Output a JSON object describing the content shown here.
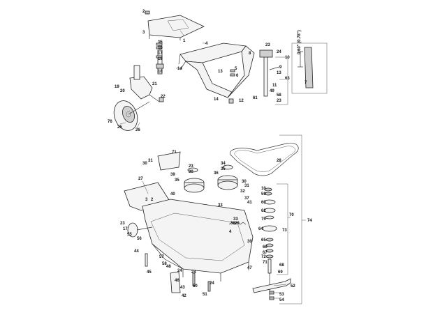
{
  "callout_text": "0.60\" (0.78\")",
  "labels": [
    "2",
    "3",
    "1",
    "4",
    "15",
    "16",
    "17",
    "18",
    "18",
    "14",
    "19",
    "20",
    "21",
    "22",
    "76",
    "25",
    "26",
    "13",
    "5",
    "6",
    "14",
    "12",
    "8",
    "23",
    "24",
    "10",
    "9",
    "13",
    "7",
    "63",
    "11",
    "49",
    "61",
    "58",
    "23",
    "71",
    "31",
    "30",
    "23",
    "30",
    "39",
    "35",
    "34",
    "35",
    "36",
    "33",
    "30",
    "31",
    "32",
    "28",
    "27",
    "3",
    "2",
    "40",
    "37",
    "41",
    "10",
    "59",
    "60",
    "62",
    "75",
    "70",
    "74",
    "33",
    "38",
    "29",
    "4",
    "73",
    "64",
    "30",
    "65",
    "66",
    "67",
    "72",
    "71",
    "68",
    "69",
    "23",
    "17",
    "55",
    "56",
    "44",
    "24",
    "45",
    "57",
    "58",
    "24",
    "24",
    "47",
    "50",
    "51",
    "53",
    "54",
    "52",
    "43",
    "46",
    "42",
    "48"
  ]
}
